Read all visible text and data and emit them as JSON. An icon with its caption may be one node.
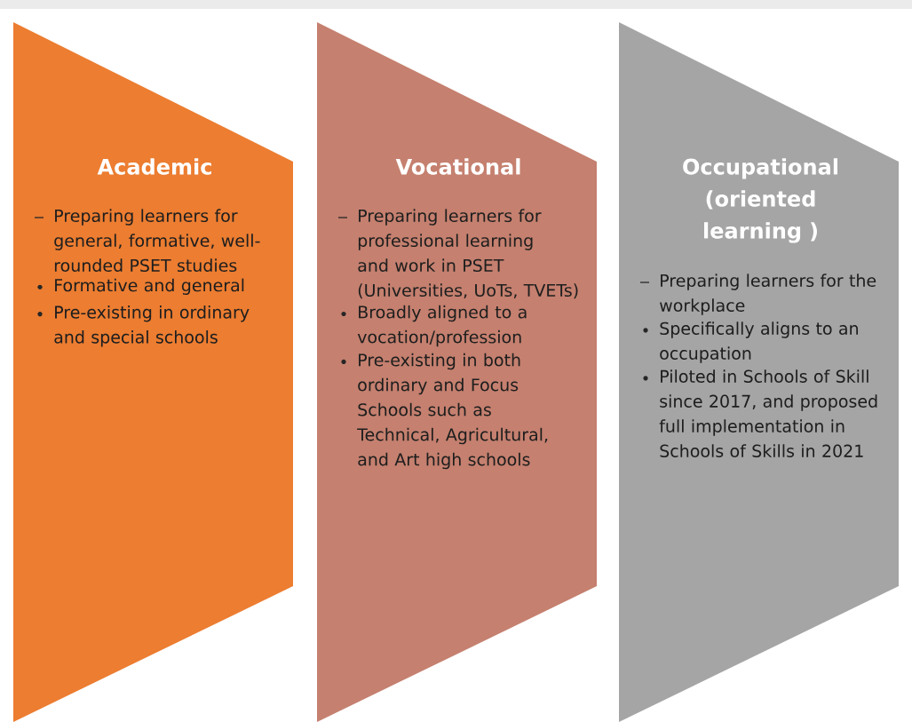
{
  "diagram": {
    "nodes": [
      {
        "text": [
          "Academic",
          "Preparing learners for general, formative, well-rounded PSET studies",
          "Formative and general",
          "Pre-existing in ordinary and special schools"
        ]
      },
      {
        "text": [
          "Vocational",
          "Preparing learners for professional learning and work in PSET (Universities, UoTs, TVETs)",
          "Broadly aligned to a vocation/profession",
          "Pre-existing in both ordinary and Focus Schools such as Technical, Agricultural, and Art high schools"
        ]
      },
      {
        "text": [
          "Occupational (oriented learning )",
          "Preparing learners for the workplace",
          "Specifically aligns to an occupation",
          "Piloted in Schools of Skill since 2017, and proposed full implementation in Schools of Skills in 2021"
        ]
      }
    ]
  }
}
